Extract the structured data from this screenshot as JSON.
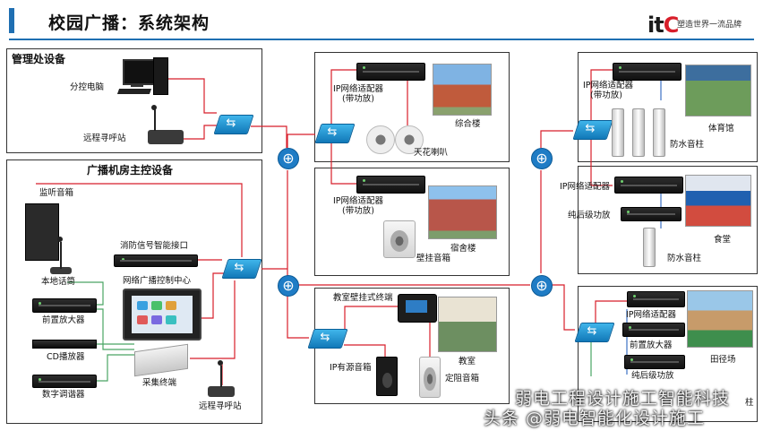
{
  "header": {
    "title": "校园广播：系统架构",
    "logo_text": "it",
    "logo_accent": "C",
    "slogan": "塑造世界一流品牌",
    "accent_color": "#1f6fb2",
    "wire_color": "#d81e2a"
  },
  "mgmt": {
    "title": "管理处设备",
    "pc": "分控电脑",
    "remote_pager": "远程寻呼站"
  },
  "control_room": {
    "title": "广播机房主控设备",
    "monitor_speaker": "监听音箱",
    "fire_interface": "消防信号智能接口",
    "control_center": "网络广播控制中心",
    "local_mic": "本地话筒",
    "preamp": "前置放大器",
    "cd_player": "CD播放器",
    "tuner": "数字调谐器",
    "capture_terminal": "采集终端",
    "remote_pager": "远程寻呼站"
  },
  "complex_building": {
    "adapter": "IP网络适配器",
    "adapter_note": "(带功放)",
    "building": "综合楼",
    "ceiling_speaker": "天花喇叭"
  },
  "dorm": {
    "adapter": "IP网络适配器",
    "adapter_note": "(带功放)",
    "wall_speaker": "壁挂音箱",
    "building": "宿舍楼"
  },
  "classroom": {
    "wall_terminal": "教室壁挂式终端",
    "classroom": "教室",
    "ip_speaker": "IP有源音箱",
    "fixed_speaker": "定阻音箱"
  },
  "gym": {
    "adapter": "IP网络适配器",
    "adapter_note": "(带功放)",
    "building": "体育馆",
    "column_speaker": "防水音柱"
  },
  "canteen": {
    "adapter": "IP网络适配器",
    "power_amp": "纯后级功放",
    "building": "食堂",
    "column_speaker": "防水音柱"
  },
  "field": {
    "adapter": "IP网络适配器",
    "preamp": "前置放大器",
    "power_amp": "纯后级功放",
    "building": "田径场",
    "column_speaker_partial": "柱"
  },
  "watermark": {
    "line1": "弱电工程设计施工智能科技",
    "line2": "头条 @弱电智能化设计施工"
  }
}
